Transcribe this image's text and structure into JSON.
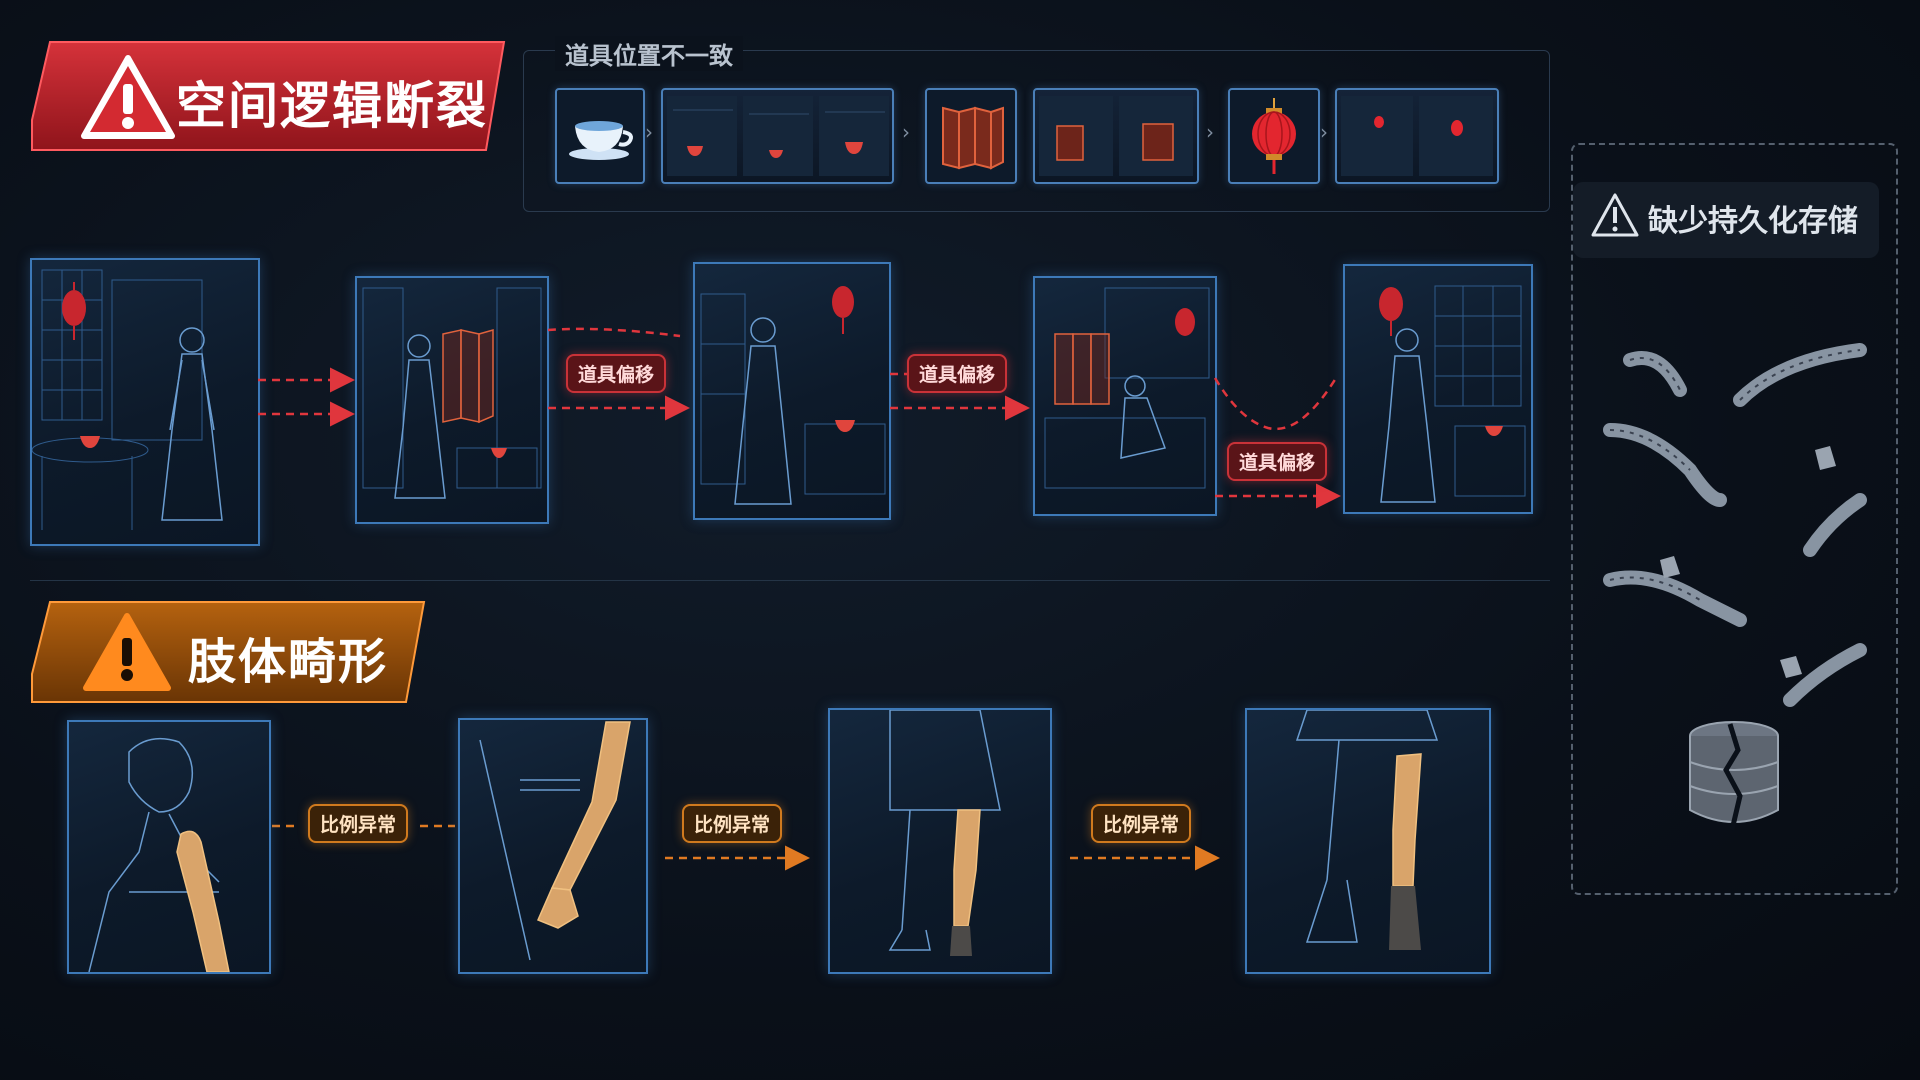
{
  "sections": {
    "spatial": {
      "title": "空间逻辑断裂",
      "color": "#c8242c"
    },
    "limb": {
      "title": "肢体畸形",
      "color": "#d9741a"
    },
    "storage": {
      "title": "缺少持久化存储"
    }
  },
  "props_panel": {
    "title": "道具位置不一致"
  },
  "drift_tags": [
    "道具偏移",
    "道具偏移",
    "道具偏移"
  ],
  "limb_tags": [
    "比例异常",
    "比例异常",
    "比例异常"
  ],
  "icons": [
    "warning-icon",
    "teacup-icon",
    "folding-screen-icon",
    "lantern-icon",
    "broken-database-icon",
    "broken-film-strip-icon"
  ]
}
